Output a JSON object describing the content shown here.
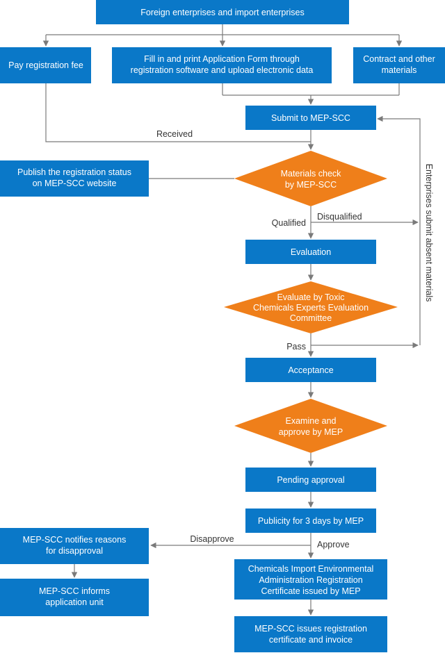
{
  "nodes": {
    "start": [
      "Foreign enterprises and import enterprises"
    ],
    "fee": [
      "Pay registration fee"
    ],
    "form": [
      "Fill in and print Application Form through",
      "registration software and upload electronic data"
    ],
    "contract": [
      "Contract and other",
      "materials"
    ],
    "submit": [
      "Submit to MEP-SCC"
    ],
    "publish": [
      "Publish the registration status",
      "on MEP-SCC website"
    ],
    "check": [
      "Materials check",
      "by MEP-SCC"
    ],
    "evaluation": [
      "Evaluation"
    ],
    "toxic": [
      "Evaluate by Toxic",
      "Chemicals Experts Evaluation",
      "Committee"
    ],
    "acceptance": [
      "Acceptance"
    ],
    "examine": [
      "Examine and",
      "approve by MEP"
    ],
    "pending": [
      "Pending approval"
    ],
    "publicity": [
      "Publicity for 3 days by MEP"
    ],
    "notify": [
      "MEP-SCC notifies reasons",
      "for disapproval"
    ],
    "informs": [
      "MEP-SCC informs",
      "application unit"
    ],
    "certificate": [
      "Chemicals Import Environmental",
      "Administration Registration",
      "Certificate issued by MEP"
    ],
    "issues": [
      "MEP-SCC issues registration",
      "certificate and invoice"
    ]
  },
  "labels": {
    "received": "Received",
    "qualified": "Qualified",
    "disqualified": "Disqualified",
    "pass": "Pass",
    "disapprove": "Disapprove",
    "approve": "Approve",
    "side": "Enterprises submit absent materials"
  },
  "colors": {
    "box": "#0a78c8",
    "diamond": "#ef7f1a",
    "line": "#7a7a7a"
  }
}
